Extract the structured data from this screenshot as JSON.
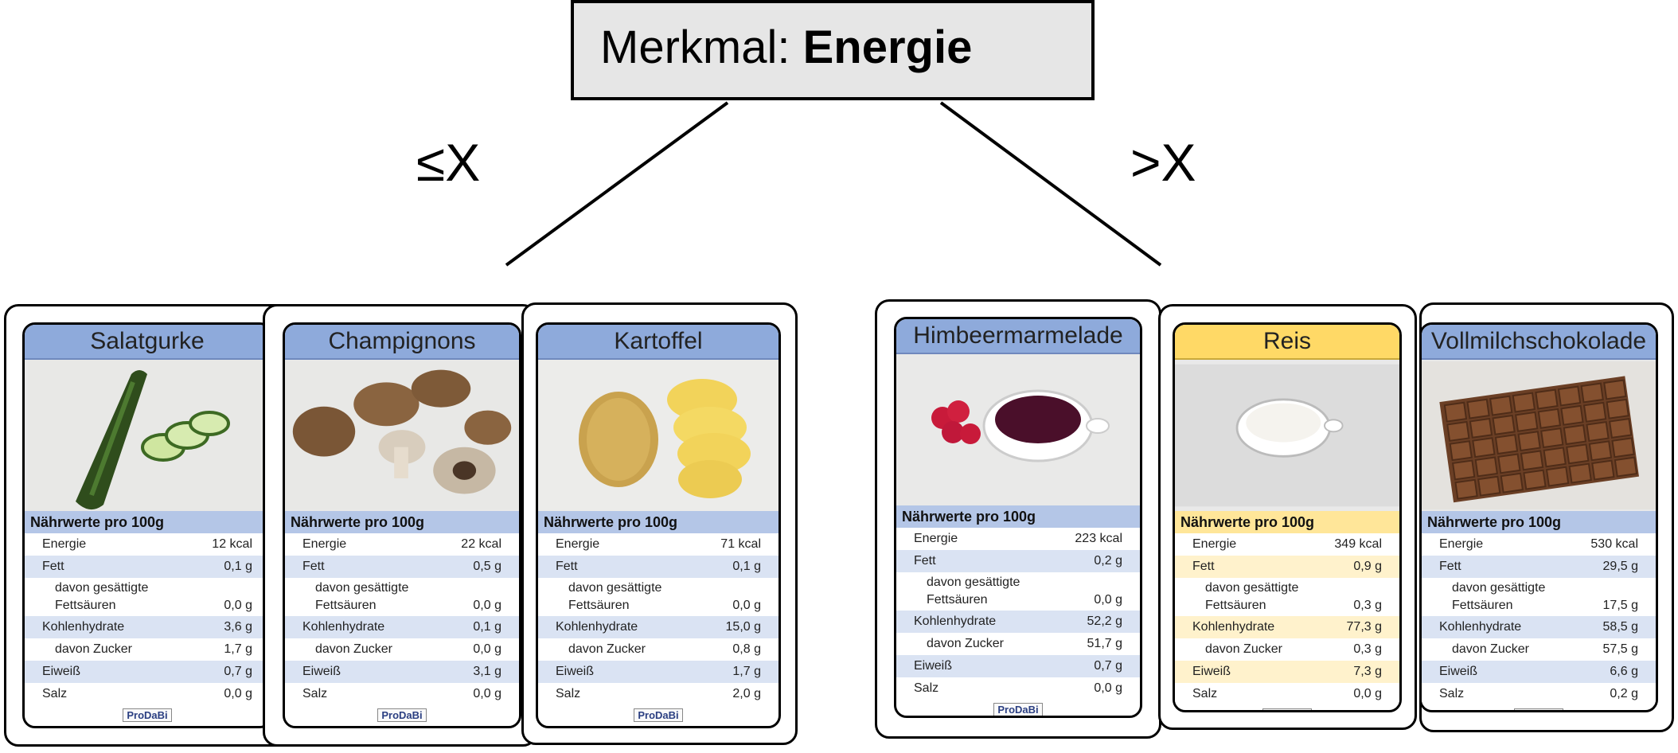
{
  "header": {
    "prefix": "Merkmal:",
    "feature": "Energie"
  },
  "branches": {
    "left": "≤X",
    "right": ">X"
  },
  "nutrition_header": "Nährwerte pro 100g",
  "logo": "ProDaBi",
  "row_labels": {
    "energie": "Energie",
    "fett": "Fett",
    "gesaettigt": "davon gesättigte Fettsäuren",
    "kohlenhydrate": "Kohlenhydrate",
    "zucker": "davon Zucker",
    "eiweiss": "Eiweiß",
    "salz": "Salz"
  },
  "cards": [
    {
      "name": "Salatgurke",
      "theme": "blue",
      "group": "left",
      "energie": "12 kcal",
      "fett": "0,1 g",
      "gesaettigt": "0,0 g",
      "kohlenhydrate": "3,6 g",
      "zucker": "1,7 g",
      "eiweiss": "0,7 g",
      "salz": "0,0 g"
    },
    {
      "name": "Champignons",
      "theme": "blue",
      "group": "left",
      "energie": "22 kcal",
      "fett": "0,5 g",
      "gesaettigt": "0,0 g",
      "kohlenhydrate": "0,1 g",
      "zucker": "0,0 g",
      "eiweiss": "3,1 g",
      "salz": "0,0 g"
    },
    {
      "name": "Kartoffel",
      "theme": "blue",
      "group": "left",
      "energie": "71 kcal",
      "fett": "0,1 g",
      "gesaettigt": "0,0 g",
      "kohlenhydrate": "15,0 g",
      "zucker": "0,8 g",
      "eiweiss": "1,7 g",
      "salz": "2,0 g"
    },
    {
      "name": "Himbeermarmelade",
      "theme": "blue",
      "group": "right",
      "energie": "223 kcal",
      "fett": "0,2 g",
      "gesaettigt": "0,0 g",
      "kohlenhydrate": "52,2 g",
      "zucker": "51,7 g",
      "eiweiss": "0,7 g",
      "salz": "0,0 g"
    },
    {
      "name": "Reis",
      "theme": "yellow",
      "group": "right",
      "energie": "349 kcal",
      "fett": "0,9 g",
      "gesaettigt": "0,3 g",
      "kohlenhydrate": "77,3 g",
      "zucker": "0,3 g",
      "eiweiss": "7,3 g",
      "salz": "0,0 g"
    },
    {
      "name": "Vollmilchschokolade",
      "theme": "blue",
      "group": "right",
      "energie": "530 kcal",
      "fett": "29,5 g",
      "gesaettigt": "17,5 g",
      "kohlenhydrate": "58,5 g",
      "zucker": "57,5 g",
      "eiweiss": "6,6 g",
      "salz": "0,2 g"
    }
  ],
  "colors": {
    "blue_title": "#8eaadb",
    "blue_row": "#dae3f3",
    "yellow_title": "#ffd966",
    "yellow_row": "#fff2cc"
  },
  "images": [
    "cucumber",
    "mushrooms",
    "potato",
    "raspberry-jam",
    "rice-bowl",
    "chocolate-bar"
  ]
}
